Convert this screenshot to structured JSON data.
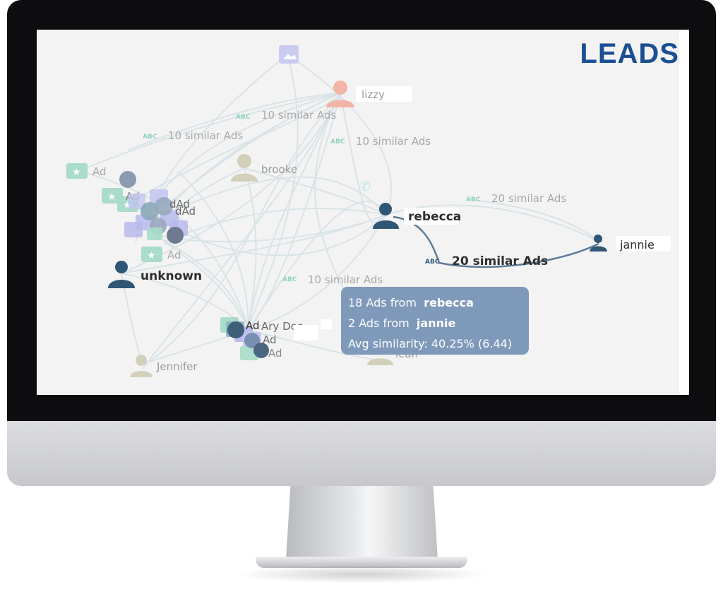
{
  "brand": {
    "logo": "LEADS"
  },
  "graph": {
    "nodes": {
      "lizzy": "lizzy",
      "brooke": "brooke",
      "rebecca": "rebecca",
      "jannie": "jannie",
      "unknown": "unknown",
      "jennifer": "Jennifer",
      "ary_doe": "Ary Doe",
      "partial_name": "leah"
    },
    "ad_label": "Ad",
    "ad_label_overlap": "dAd",
    "edge_labels": {
      "ten_similar": "10 similar Ads",
      "twenty_similar": "20 similar Ads"
    },
    "edge_badge": "ABC"
  },
  "tooltip": {
    "line1_prefix": "18 Ads from",
    "line1_name": "rebecca",
    "line2_prefix": "2 Ads from",
    "line2_name": "jannie",
    "line3": "Avg similarity: 40.25% (6.44)"
  },
  "colors": {
    "accent": "#2f5675",
    "tooltip_bg": "#7f99ba",
    "lizzy": "#f2a99b",
    "brooke": "#c9c6b2",
    "ad_green": "#8fd4c0",
    "ad_purple": "#b7b7ec",
    "edge": "#c7d6dc",
    "brand": "#1b4f93"
  }
}
